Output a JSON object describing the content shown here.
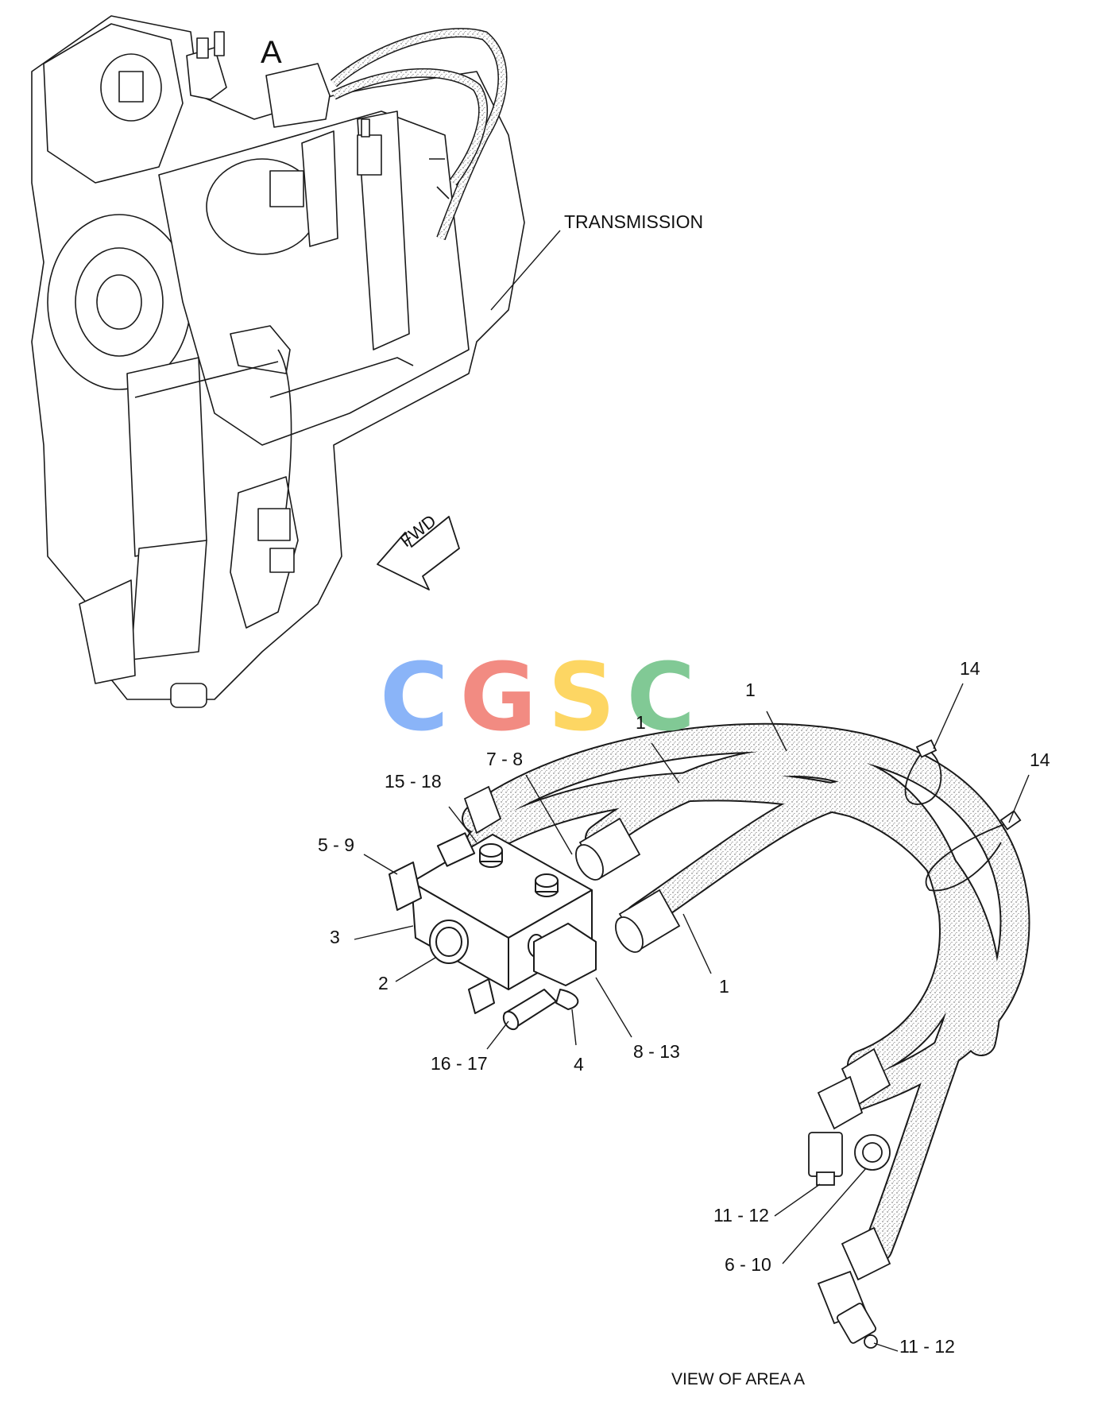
{
  "labels": {
    "area": "A",
    "transmission": "TRANSMISSION",
    "fwd": "FWD",
    "view": "VIEW OF AREA A",
    "callouts": {
      "c14_top": "14",
      "c1_top": "1",
      "c1_mid": "1",
      "c14_right": "14",
      "c7_8": "7 - 8",
      "c15_18": "15 - 18",
      "c5_9": "5 - 9",
      "c3": "3",
      "c2": "2",
      "c1_low": "1",
      "c16_17": "16 - 17",
      "c4": "4",
      "c8_13": "8 - 13",
      "c11_12_a": "11 - 12",
      "c6_10": "6 - 10",
      "c11_12_b": "11 - 12"
    }
  },
  "watermark": {
    "letters": [
      "C",
      "G",
      "S",
      "C"
    ],
    "colors": [
      "#8ab4f8",
      "#f28b82",
      "#fdd663",
      "#81c995"
    ]
  },
  "colors": {
    "line": "#1a1a1a",
    "hose_fill": "#e9e9e9"
  }
}
